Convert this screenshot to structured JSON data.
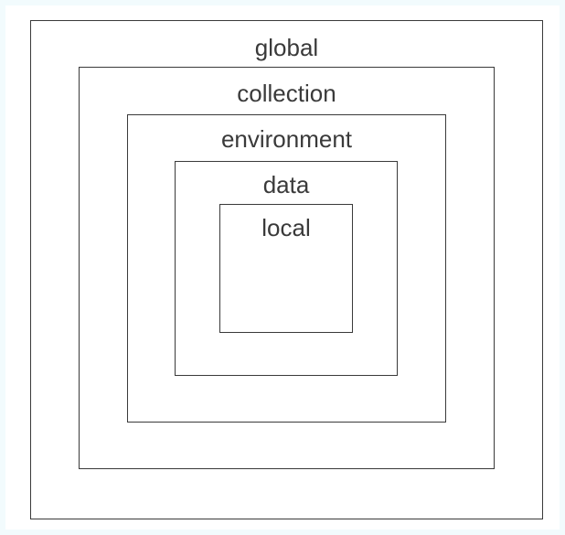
{
  "diagram": {
    "scopes": [
      {
        "id": "global",
        "label": "global"
      },
      {
        "id": "collection",
        "label": "collection"
      },
      {
        "id": "environment",
        "label": "environment"
      },
      {
        "id": "data",
        "label": "data"
      },
      {
        "id": "local",
        "label": "local"
      }
    ],
    "colors": {
      "stroke": "#3a3a3a",
      "text": "#3a3a3a",
      "background": "#ffffff",
      "frame": "#f2fbfd"
    }
  }
}
